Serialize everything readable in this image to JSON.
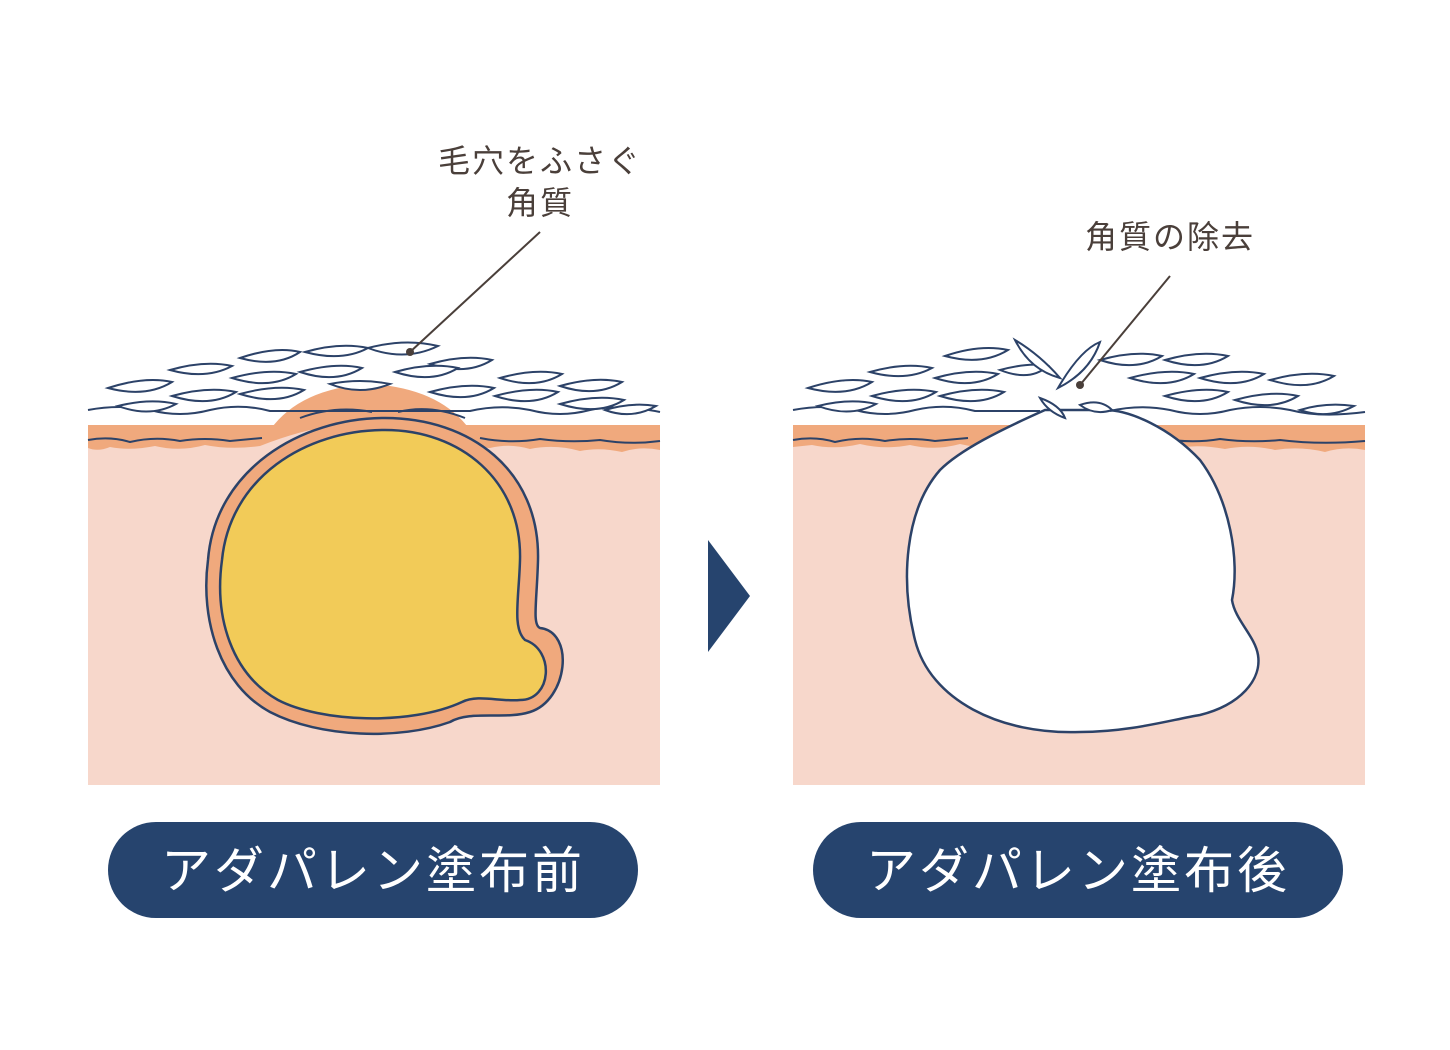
{
  "colors": {
    "skin": "#f7d7cb",
    "epidermis": "#f0a97d",
    "sebum": "#f2cb58",
    "outline": "#2c4268",
    "flake_fill": "#ffffff",
    "flake_shadow": "#cdbfa1",
    "accent": "#26446e",
    "text": "#4a3f3a"
  },
  "before": {
    "annotation_line1": "毛穴をふさぐ",
    "annotation_line2": "角質",
    "caption": "アダパレン塗布前"
  },
  "after": {
    "annotation": "角質の除去",
    "caption": "アダパレン塗布後"
  },
  "arrow": {
    "icon": "triangle-right-icon"
  }
}
